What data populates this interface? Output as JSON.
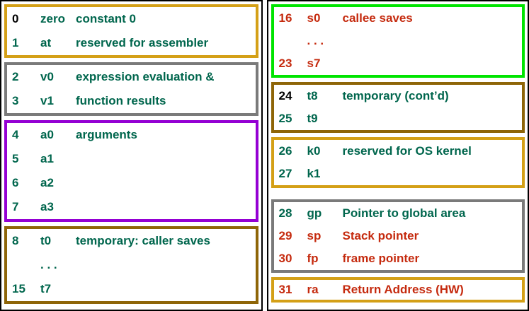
{
  "colors": {
    "green": "#00664d",
    "red": "#c52a0e",
    "black": "#000000",
    "gold": "#d4a017",
    "darkGold": "#8e6508",
    "gray": "#7a7a7a",
    "purple": "#9400d3",
    "brightGreen": "#00e400",
    "panelBorder": "#000000",
    "background": "#ffffff"
  },
  "panels": [
    {
      "id": "left",
      "boxes": [
        {
          "border": "gold",
          "rows": [
            {
              "num": "0",
              "numColor": "black",
              "name": "zero",
              "desc": "constant 0",
              "color": "green"
            },
            {
              "num": "1",
              "numColor": "green",
              "name": "at",
              "desc": "reserved for assembler",
              "color": "green"
            }
          ]
        },
        {
          "border": "gray",
          "rows": [
            {
              "num": "2",
              "numColor": "green",
              "name": "v0",
              "desc": "expression evaluation &",
              "color": "green"
            },
            {
              "num": "3",
              "numColor": "green",
              "name": "v1",
              "desc": "function results",
              "color": "green"
            }
          ]
        },
        {
          "border": "purple",
          "rows": [
            {
              "num": "4",
              "numColor": "green",
              "name": "a0",
              "desc": "arguments",
              "color": "green"
            },
            {
              "num": "5",
              "numColor": "green",
              "name": "a1",
              "desc": "",
              "color": "green"
            },
            {
              "num": "6",
              "numColor": "green",
              "name": "a2",
              "desc": "",
              "color": "green"
            },
            {
              "num": "7",
              "numColor": "green",
              "name": "a3",
              "desc": "",
              "color": "green"
            }
          ]
        },
        {
          "border": "darkGold",
          "rows": [
            {
              "num": "8",
              "numColor": "green",
              "name": "t0",
              "desc": "temporary: caller saves",
              "color": "green"
            },
            {
              "num": "",
              "numColor": "green",
              "name": ". . .",
              "desc": "",
              "color": "green"
            },
            {
              "num": "15",
              "numColor": "green",
              "name": "t7",
              "desc": "",
              "color": "green"
            }
          ]
        }
      ]
    },
    {
      "id": "right",
      "boxes": [
        {
          "border": "brightGreen",
          "rows": [
            {
              "num": "16",
              "numColor": "red",
              "name": "s0",
              "desc": "callee saves",
              "color": "red"
            },
            {
              "num": "",
              "numColor": "red",
              "name": ". . .",
              "desc": "",
              "color": "red"
            },
            {
              "num": "23",
              "numColor": "red",
              "name": "s7",
              "desc": "",
              "color": "red"
            }
          ]
        },
        {
          "border": "darkGold",
          "rows": [
            {
              "num": "24",
              "numColor": "black",
              "name": "t8",
              "desc": "temporary (cont’d)",
              "color": "green"
            },
            {
              "num": "25",
              "numColor": "green",
              "name": "t9",
              "desc": "",
              "color": "green"
            }
          ]
        },
        {
          "border": "gold",
          "rows": [
            {
              "num": "26",
              "numColor": "green",
              "name": "k0",
              "desc": "reserved for OS kernel",
              "color": "green"
            },
            {
              "num": "27",
              "numColor": "green",
              "name": "k1",
              "desc": "",
              "color": "green"
            }
          ]
        },
        {
          "border": "gray",
          "rows": [
            {
              "num": "28",
              "numColor": "green",
              "name": "gp",
              "desc": "Pointer to global area",
              "color": "green"
            },
            {
              "num": "29",
              "numColor": "red",
              "name": "sp",
              "desc": "Stack pointer",
              "color": "red"
            },
            {
              "num": "30",
              "numColor": "red",
              "name": "fp",
              "desc": "frame pointer",
              "color": "red"
            }
          ]
        },
        {
          "border": "gold",
          "rows": [
            {
              "num": "31",
              "numColor": "red",
              "name": "ra",
              "desc": "Return Address (HW)",
              "color": "red"
            }
          ]
        }
      ]
    }
  ]
}
